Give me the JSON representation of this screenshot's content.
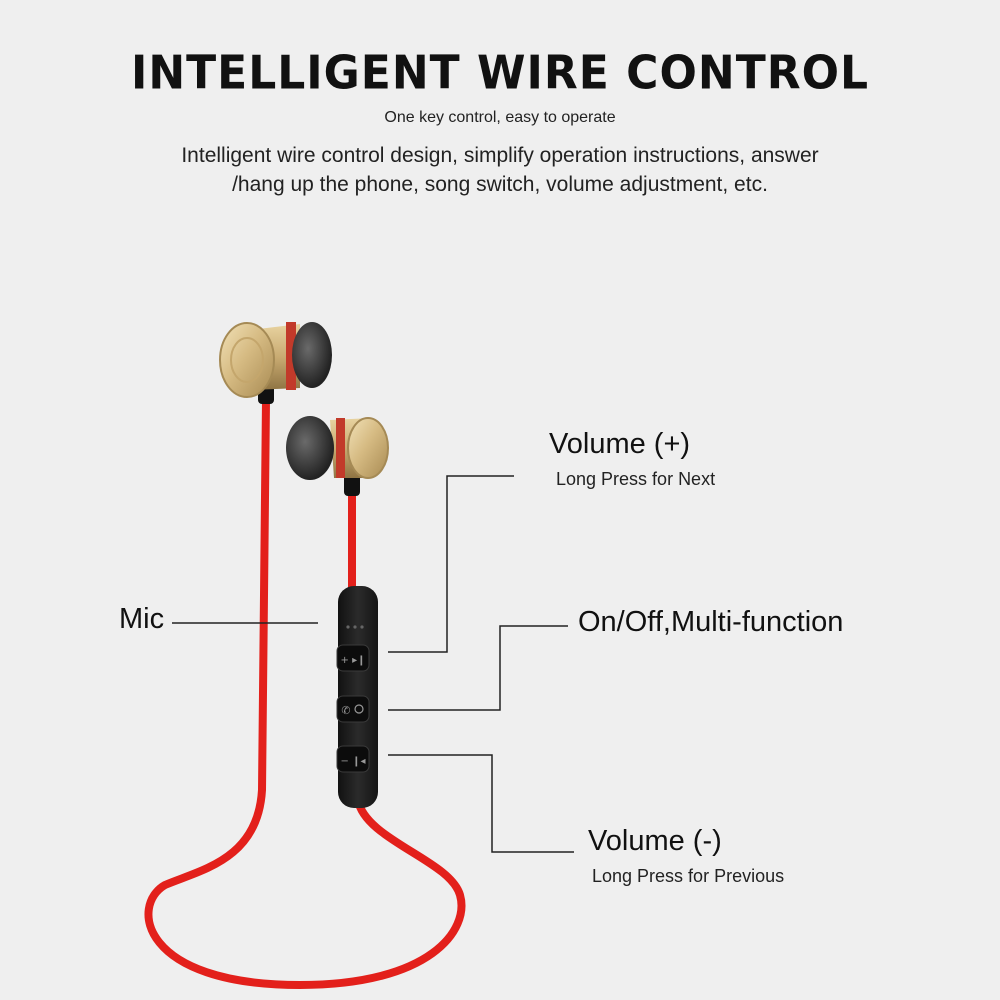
{
  "header": {
    "title": "INTELLIGENT WIRE CONTROL",
    "subtitle": "One key control, easy to operate",
    "description_lines": [
      "Intelligent wire control design, simplify operation instructions, answer",
      "/hang up the phone, song switch, volume adjustment, etc."
    ]
  },
  "callouts": {
    "volume_up": {
      "label": "Volume (+)",
      "sub": "Long Press for Next"
    },
    "multi": {
      "label": "On/Off,Multi-function"
    },
    "volume_down": {
      "label": "Volume (-)",
      "sub": "Long Press for Previous"
    },
    "mic": {
      "label": "Mic"
    }
  },
  "remote_buttons": {
    "up_symbols": "+ ▸❙",
    "down_symbols": "− ❙◂"
  },
  "colors": {
    "cable": "#e3201b",
    "earbud_gold": "#d9c08a",
    "remote": "#1c1c1c",
    "leader_line": "#222222"
  },
  "icons": [
    "earbud-left",
    "earbud-right",
    "phone-icon",
    "power-icon"
  ]
}
